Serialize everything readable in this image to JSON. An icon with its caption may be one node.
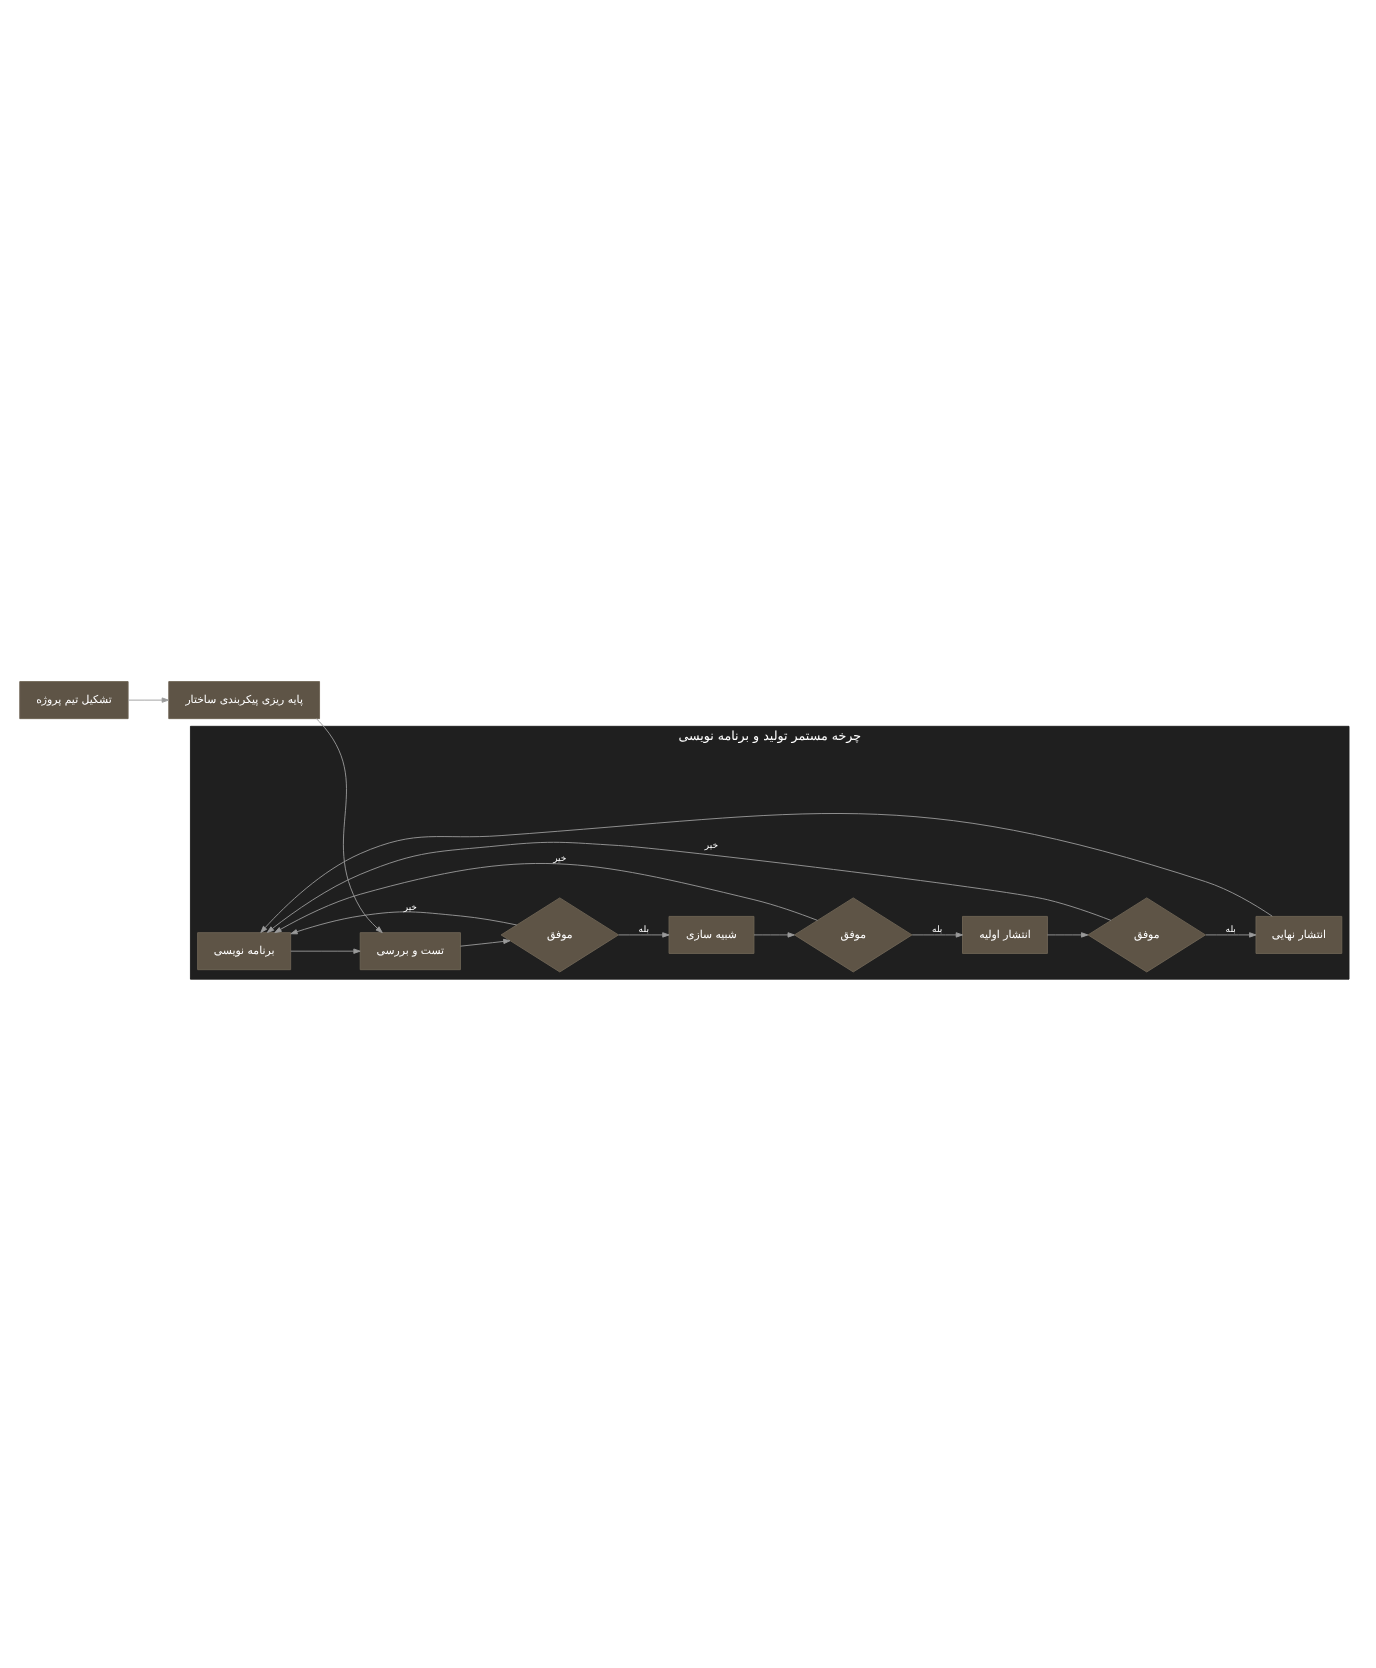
{
  "diagram": {
    "nodes": [
      {
        "text": [
          "تشکیل تیم پروژه"
        ]
      },
      {
        "text": [
          "پایه ریزی پیکربندی ساختار"
        ]
      },
      {
        "text": [
          "چرخه مستمر تولید و برنامه نویسی"
        ]
      },
      {
        "text": [
          "برنامه نویسی"
        ],
        "in": 2
      },
      {
        "text": [
          "تست و بررسی"
        ],
        "in": 2
      },
      {
        "text": [
          "موفق"
        ],
        "in": 2
      },
      {
        "text": [
          "شبیه سازی"
        ],
        "in": 2
      },
      {
        "text": [
          "موفق"
        ],
        "in": 2
      },
      {
        "text": [
          "انتشار اولیه"
        ],
        "in": 2
      },
      {
        "text": [
          "موفق"
        ],
        "in": 2
      },
      {
        "text": [
          "انتشار نهایی"
        ],
        "in": 2
      }
    ],
    "edges": [
      {
        "from": 0,
        "to": 1,
        "arrow": "to"
      },
      {
        "from": 1,
        "to": 4,
        "arrow": "to"
      },
      {
        "from": 3,
        "to": 4,
        "arrow": "to"
      },
      {
        "from": 4,
        "to": 5,
        "arrow": "to"
      },
      {
        "from": 5,
        "to": 6,
        "arrow": "to",
        "label": "بله"
      },
      {
        "from": 5,
        "to": 3,
        "arrow": "to",
        "label": "خیر"
      },
      {
        "from": 6,
        "to": 7,
        "arrow": "to"
      },
      {
        "from": 7,
        "to": 8,
        "arrow": "to",
        "label": "بله"
      },
      {
        "from": 7,
        "to": 3,
        "arrow": "to",
        "label": "خیر"
      },
      {
        "from": 8,
        "to": 9,
        "arrow": "to"
      },
      {
        "from": 9,
        "to": 10,
        "arrow": "to",
        "label": "بله"
      },
      {
        "from": 9,
        "to": 3,
        "arrow": "to",
        "label": "خیر"
      },
      {
        "from": 10,
        "to": 3,
        "arrow": "to"
      }
    ]
  }
}
